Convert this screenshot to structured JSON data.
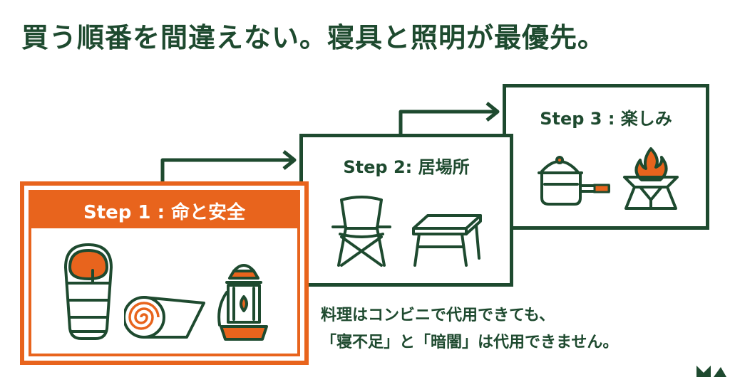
{
  "headline": "買う順番を間違えない。寝具と照明が最優先。",
  "steps": [
    {
      "label": "Step 1 : 命と安全",
      "items": [
        "sleeping-bag-icon",
        "sleeping-mat-icon",
        "lantern-icon"
      ]
    },
    {
      "label": "Step 2: 居場所",
      "items": [
        "camp-chair-icon",
        "camp-table-icon"
      ]
    },
    {
      "label": "Step 3 : 楽しみ",
      "items": [
        "cooking-pot-icon",
        "campfire-stand-icon"
      ]
    }
  ],
  "note": {
    "line1": "料理はコンビニで代用できても、",
    "line2": "「寝不足」と「暗闇」は代用できません。"
  },
  "colors": {
    "dark_green": "#1e4a2f",
    "orange": "#e8641d",
    "background": "#ffffff"
  }
}
